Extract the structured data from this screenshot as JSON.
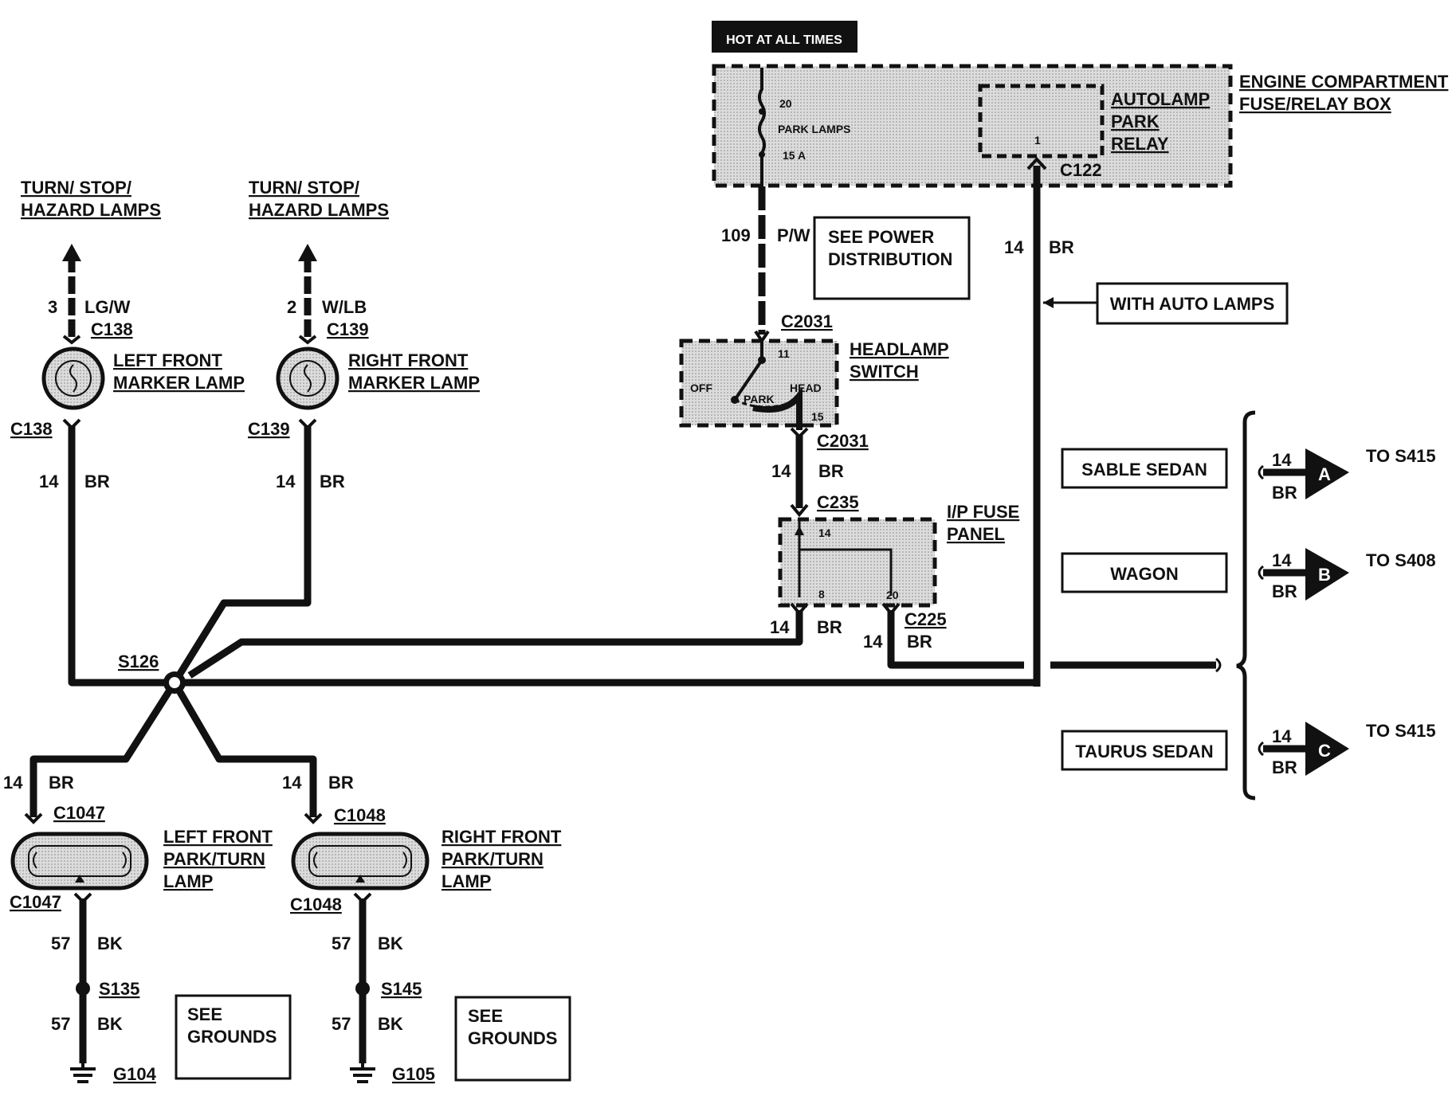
{
  "labels": {
    "hot_at_all_times": "HOT AT ALL TIMES",
    "fuse_num": "20",
    "fuse_name": "PARK LAMPS",
    "fuse_amp": "15 A",
    "relay_line1": "AUTOLAMP",
    "relay_line2": "PARK",
    "relay_line3": "RELAY",
    "relay_pin": "1",
    "fusebox_line1": "ENGINE COMPARTMENT",
    "fusebox_line2": "FUSE/RELAY BOX",
    "c122": "C122",
    "circuit_109": "109",
    "color_pw": "P/W",
    "see_power_1": "SEE POWER",
    "see_power_2": "DISTRIBUTION",
    "wire14_relay": "14",
    "br_relay": "BR",
    "with_auto_lamps": "WITH AUTO LAMPS",
    "c2031_top": "C2031",
    "pin11": "11",
    "sw_off": "OFF",
    "sw_park": "PARK",
    "sw_head": "HEAD",
    "pin15": "15",
    "headlamp_1": "HEADLAMP",
    "headlamp_2": "SWITCH",
    "c2031_bot": "C2031",
    "w14_sw": "14",
    "br_sw": "BR",
    "c235": "C235",
    "ip_pin14": "14",
    "ip_pin8": "8",
    "ip_pin20": "20",
    "ip_1": "I/P FUSE",
    "ip_2": "PANEL",
    "w14_ip": "14",
    "br_ip": "BR",
    "c225": "C225",
    "w14_c225": "14",
    "br_c225": "BR",
    "sable": "SABLE SEDAN",
    "wagon": "WAGON",
    "taurus": "TAURUS SEDAN",
    "a_14": "14",
    "a_br": "BR",
    "a_letter": "A",
    "a_to": "TO S415",
    "b_14": "14",
    "b_br": "BR",
    "b_letter": "B",
    "b_to": "TO S408",
    "c_14": "14",
    "c_br": "BR",
    "c_letter": "C",
    "c_to": "TO S415",
    "tsh_l1": "TURN/ STOP/",
    "tsh_l2": "HAZARD LAMPS",
    "tsh_r1": "TURN/ STOP/",
    "tsh_r2": "HAZARD LAMPS",
    "l_pin": "3",
    "l_color": "LG/W",
    "l_c138_top": "C138",
    "l_marker_1": "LEFT FRONT",
    "l_marker_2": "MARKER LAMP",
    "l_c138_bot": "C138",
    "l_14": "14",
    "l_br": "BR",
    "r_pin": "2",
    "r_color": "W/LB",
    "r_c139_top": "C139",
    "r_marker_1": "RIGHT FRONT",
    "r_marker_2": "MARKER LAMP",
    "r_c139_bot": "C139",
    "r_14": "14",
    "r_br": "BR",
    "s126": "S126",
    "lp_14": "14",
    "lp_br": "BR",
    "rp_14": "14",
    "rp_br": "BR",
    "c1047_top": "C1047",
    "c1047_bot": "C1047",
    "lpark_1": "LEFT FRONT",
    "lpark_2": "PARK/TURN",
    "lpark_3": "LAMP",
    "c1048_top": "C1048",
    "c1048_bot": "C1048",
    "rpark_1": "RIGHT FRONT",
    "rpark_2": "PARK/TURN",
    "rpark_3": "LAMP",
    "l57a": "57",
    "lbka": "BK",
    "s135": "S135",
    "l57b": "57",
    "lbkb": "BK",
    "g104": "G104",
    "r57a": "57",
    "rbka": "BK",
    "s145": "S145",
    "r57b": "57",
    "rbkb": "BK",
    "g105": "G105",
    "see_gnd_l1": "SEE",
    "see_gnd_l2": "GROUNDS",
    "see_gnd_r1": "SEE",
    "see_gnd_r2": "GROUNDS"
  }
}
